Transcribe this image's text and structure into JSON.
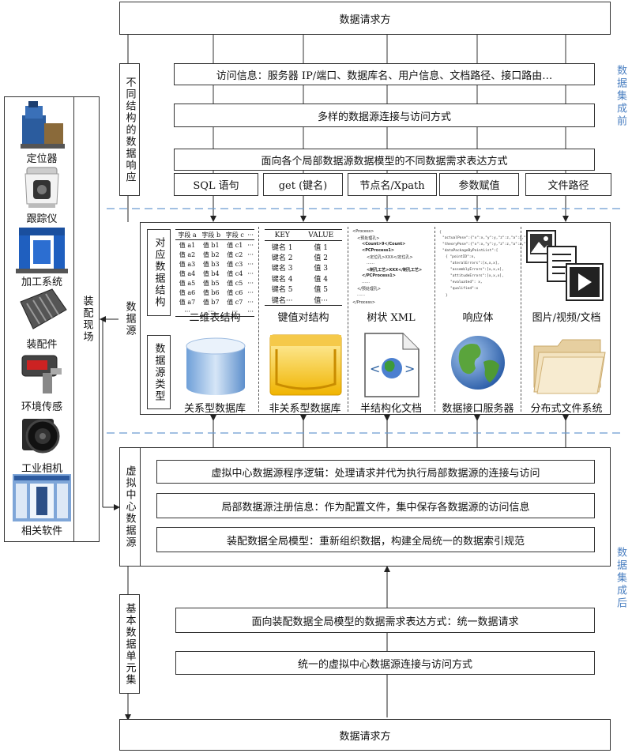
{
  "top_requester": "数据请求方",
  "bottom_requester": "数据请求方",
  "left_bracket_top": "不同结构的数据响应",
  "left_bracket_bottom": "基本数据单元集",
  "before_label": "数据集成前",
  "after_label": "数据集成后",
  "pre": {
    "access_info": "访问信息：服务器 IP/端口、数据库名、用户信息、文档路径、接口路由…",
    "connection": "多样的数据源连接与访问方式",
    "requirements": "面向各个局部数据源数据模型的不同数据需求表达方式",
    "queries": [
      "SQL 语句",
      "get (键名)",
      "节点名/Xpath",
      "参数赋值",
      "文件路径"
    ]
  },
  "datasource": {
    "section_label": "数据源",
    "structure_label": "对应数据结构",
    "type_label": "数据源类型",
    "structures": [
      "二维表结构",
      "键值对结构",
      "树状  XML",
      "响应体",
      "图片/视频/文档"
    ],
    "types": [
      "关系型数据库",
      "非关系型数据库",
      "半结构化文档",
      "数据接口服务器",
      "分布式文件系统"
    ],
    "table_headers": [
      "字段 a",
      "字段 b",
      "字段 c",
      "···"
    ],
    "table_rows": [
      [
        "值 a1",
        "值 b1",
        "值 c1",
        "···"
      ],
      [
        "值 a2",
        "值 b2",
        "值 c2",
        "···"
      ],
      [
        "值 a3",
        "值 b3",
        "值 c3",
        "···"
      ],
      [
        "值 a4",
        "值 b4",
        "值 c4",
        "···"
      ],
      [
        "值 a5",
        "值 b5",
        "值 c5",
        "···"
      ],
      [
        "值 a6",
        "值 b6",
        "值 c6",
        "···"
      ],
      [
        "值 a7",
        "值 b7",
        "值 c7",
        "···"
      ],
      [
        "···",
        "···",
        "···",
        "···"
      ]
    ],
    "kv_headers": [
      "KEY",
      "VALUE"
    ],
    "kv_rows": [
      [
        "键名 1",
        "值 1"
      ],
      [
        "键名 2",
        "值 2"
      ],
      [
        "键名 3",
        "值 3"
      ],
      [
        "键名 4",
        "值 4"
      ],
      [
        "键名 5",
        "值 5"
      ],
      [
        "键名···",
        "值···"
      ]
    ],
    "xml_lines": [
      "<Process>",
      "<预处理孔>",
      "<Count>9</Count>",
      "<PCProcess1>",
      "<定位孔>XXX</定位孔>",
      "……",
      "<制孔工艺>XXX</制孔工艺>",
      "</PCProcess1>",
      "……",
      "</预处理孔>",
      "……",
      "</Process>"
    ],
    "json_lines": [
      "{",
      "\"actualPose\":{\"x\":x,\"y\":y,\"z\":z,\"a\":a,\"b\":b,\"c\":c},",
      "\"theoryPose\":{\"x\":x,\"y\":y,\"z\":z,\"a\":a,\"b\":b,\"c\":c},",
      "\"dataPackageByPointList\":[",
      "{  \"pointID\":n,",
      "   \"ateralErrors\":[x,x,x],",
      "   \"assemblyErrors\":[x,x,x],",
      "   \"attitudeErrors\":[x,x,x],",
      "   \"evaluated\": x,",
      "   \"qualified\":x",
      "}"
    ]
  },
  "virtual": {
    "section_label": "虚拟中心数据源",
    "logic": "虚拟中心数据源程序逻辑：处理请求并代为执行局部数据源的连接与访问",
    "registry": "局部数据源注册信息：作为配置文件，集中保存各数据源的访问信息",
    "global_model": "装配数据全局模型：重新组织数据，构建全局统一的数据索引规范"
  },
  "post": {
    "unified_request": "面向装配数据全局模型的数据需求表达方式：统一数据请求",
    "unified_access": "统一的虚拟中心数据源连接与访问方式"
  },
  "assembly_site": {
    "label": "装配现场",
    "items": [
      "定位器",
      "跟踪仪",
      "加工系统",
      "装配件",
      "环境传感",
      "工业相机",
      "相关软件"
    ]
  },
  "colors": {
    "accent_blue": "#4a7fc1",
    "dash": "#6a9bd1"
  }
}
